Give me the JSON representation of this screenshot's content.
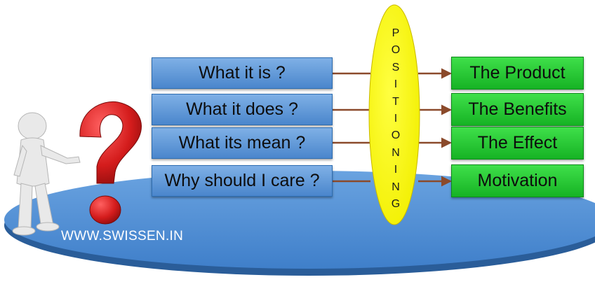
{
  "diagram": {
    "questions": [
      "What it is ?",
      "What it does ?",
      "What its mean ?",
      "Why should I care ?"
    ],
    "answers": [
      "The Product",
      "The Benefits",
      "The Effect",
      "Motivation"
    ],
    "center_label": "POSITIONING",
    "website": "WWW.SWISSEN.IN"
  },
  "colors": {
    "platform": "#4f8fd6",
    "question_box": "#5b94d6",
    "answer_box": "#22c22e",
    "ellipse": "#ffff00",
    "arrow": "#8b4a2b",
    "question_mark": "#d42020",
    "figure": "#e8e8e8"
  },
  "icons": {
    "figure": "person-3d-icon",
    "question": "question-mark-icon"
  }
}
